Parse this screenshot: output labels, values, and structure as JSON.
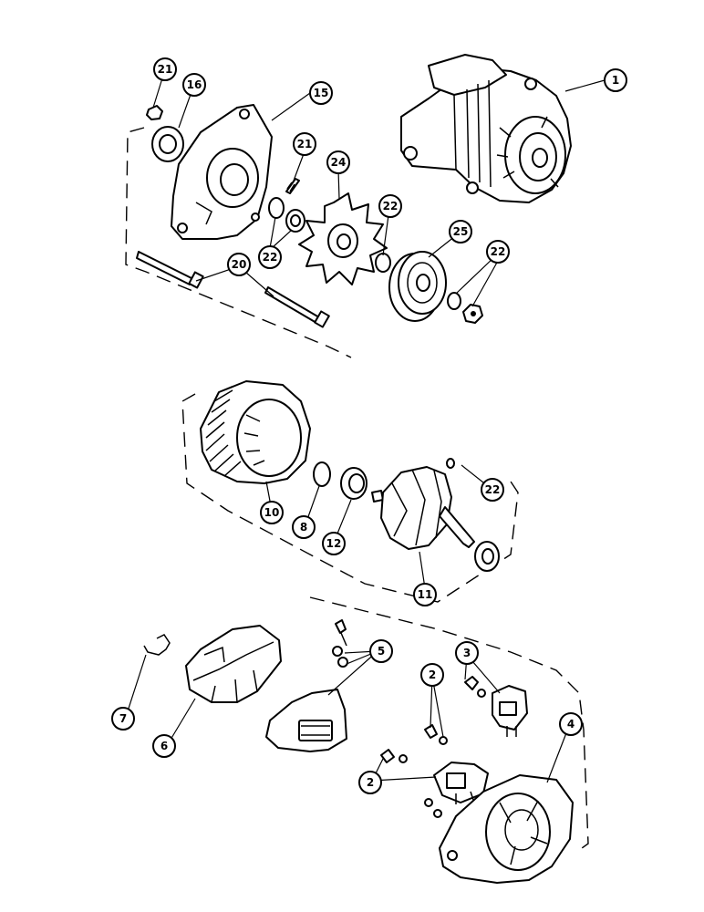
{
  "callouts": [
    "1",
    "2",
    "3",
    "4",
    "5",
    "6",
    "7",
    "8",
    "10",
    "11",
    "12",
    "15",
    "16",
    "20",
    "21",
    "22",
    "24",
    "25"
  ]
}
